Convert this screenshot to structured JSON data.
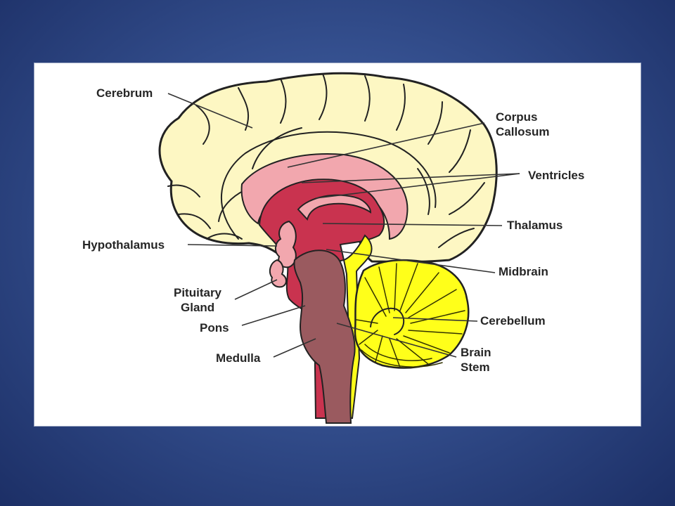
{
  "labels": {
    "cerebrum": "Cerebrum",
    "corpus_callosum_1": "Corpus",
    "corpus_callosum_2": "Callosum",
    "ventricles": "Ventricles",
    "thalamus": "Thalamus",
    "hypothalamus": "Hypothalamus",
    "midbrain": "Midbrain",
    "pituitary_1": "Pituitary",
    "pituitary_2": "Gland",
    "pons": "Pons",
    "cerebellum": "Cerebellum",
    "medulla": "Medulla",
    "brain_stem_1": "Brain",
    "brain_stem_2": "Stem"
  },
  "colors": {
    "cerebrum": "#fdf7c3",
    "corpus_callosum": "#f2a7ae",
    "thalamus": "#c9334f",
    "brain_stem": "#9a5a5f",
    "cerebellum": "#ffff1a",
    "background": "#344f8e"
  }
}
